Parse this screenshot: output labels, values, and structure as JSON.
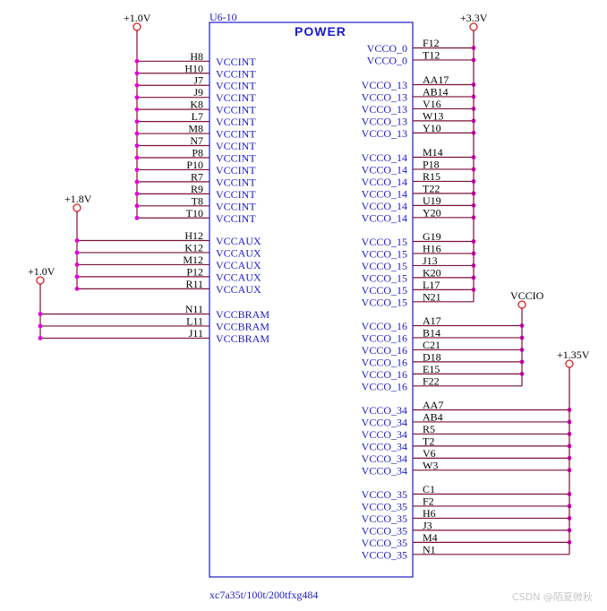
{
  "component": {
    "ref": "U6-10",
    "title": "POWER",
    "part": "xc7a35t/100t/200tfxg484"
  },
  "rails": {
    "vccint": "+1.0V",
    "vccaux": "+1.8V",
    "vccbram": "+1.0V",
    "vcco_33": "+3.3V",
    "vcco_io": "VCCIO",
    "vcco_135": "+1.35V"
  },
  "left_groups": [
    {
      "rail": "vccint",
      "net": "VCCINT",
      "pins": [
        "H8",
        "H10",
        "J7",
        "J9",
        "K8",
        "L7",
        "M8",
        "N7",
        "P8",
        "P10",
        "R7",
        "R9",
        "T8",
        "T10"
      ]
    },
    {
      "rail": "vccaux",
      "net": "VCCAUX",
      "pins": [
        "H12",
        "K12",
        "M12",
        "P12",
        "R11"
      ]
    },
    {
      "rail": "vccbram",
      "net": "VCCBRAM",
      "pins": [
        "N11",
        "L11",
        "J11"
      ]
    }
  ],
  "right_groups": [
    {
      "rail": "vcco_33",
      "net": "VCCO_0",
      "pins": [
        "F12",
        "T12"
      ]
    },
    {
      "rail": "vcco_33",
      "net": "VCCO_13",
      "pins": [
        "AA17",
        "AB14",
        "V16",
        "W13",
        "Y10"
      ]
    },
    {
      "rail": "vcco_33",
      "net": "VCCO_14",
      "pins": [
        "M14",
        "P18",
        "R15",
        "T22",
        "U19",
        "Y20"
      ]
    },
    {
      "rail": "vcco_33",
      "net": "VCCO_15",
      "pins": [
        "G19",
        "H16",
        "J13",
        "K20",
        "L17",
        "N21"
      ]
    },
    {
      "rail": "vcco_io",
      "net": "VCCO_16",
      "pins": [
        "A17",
        "B14",
        "C21",
        "D18",
        "E15",
        "F22"
      ]
    },
    {
      "rail": "vcco_135",
      "net": "VCCO_34",
      "pins": [
        "AA7",
        "AB4",
        "R5",
        "T2",
        "V6",
        "W3"
      ]
    },
    {
      "rail": "vcco_135",
      "net": "VCCO_35",
      "pins": [
        "C1",
        "F2",
        "H6",
        "J3",
        "M4",
        "N1"
      ]
    }
  ],
  "watermark": "CSDN @陌夏微秋",
  "colors": {
    "wire": "#7a1230",
    "box": "#1a1acc",
    "junction": "#e000e0",
    "power_circle": "#d62020"
  }
}
